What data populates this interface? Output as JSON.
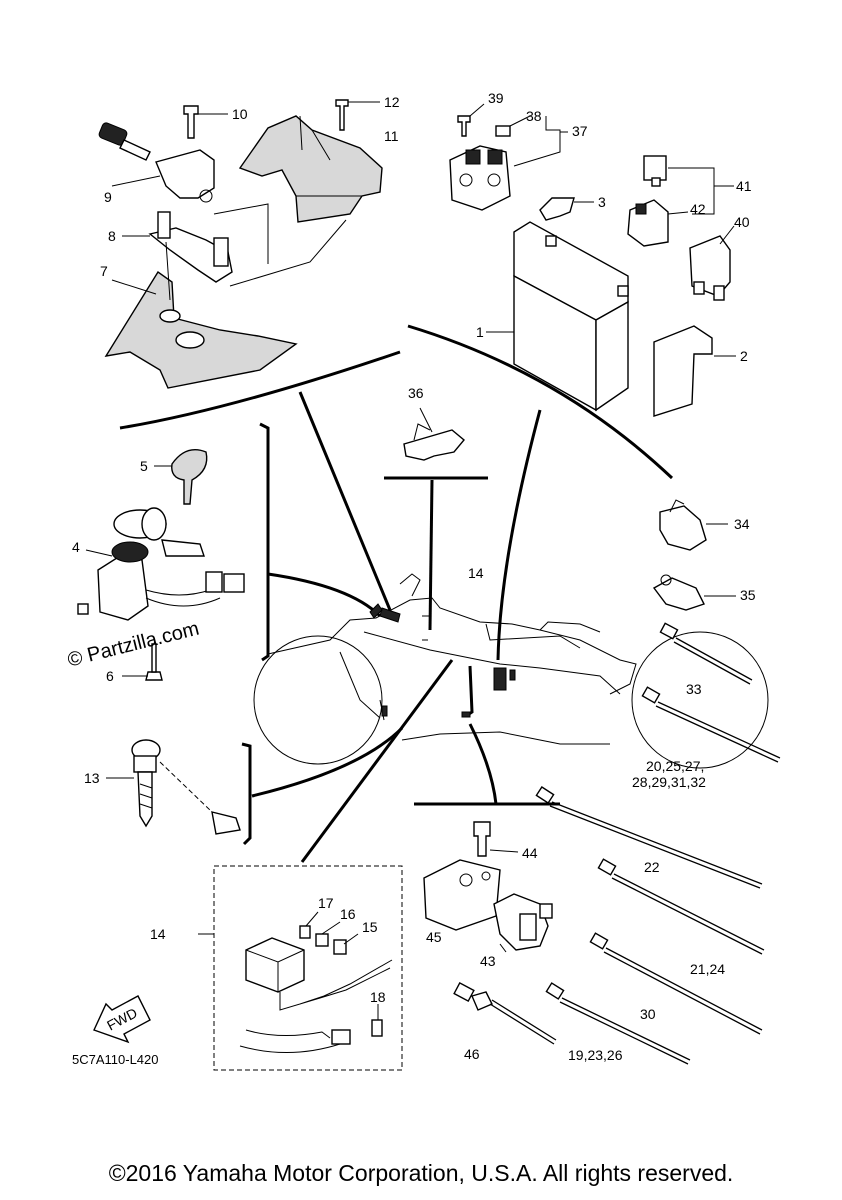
{
  "diagram": {
    "code": "5C7A110-L420",
    "watermark": "© Partzilla.com",
    "fwd": "FWD",
    "copyright": "©2016 Yamaha Motor Corporation, U.S.A. All rights reserved.",
    "labels": {
      "l1": "1",
      "l2": "2",
      "l3": "3",
      "l4": "4",
      "l5": "5",
      "l6": "6",
      "l7": "7",
      "l8": "8",
      "l9": "9",
      "l10": "10",
      "l11": "11",
      "l12": "12",
      "l13": "13",
      "l14a": "14",
      "l14b": "14",
      "l15": "15",
      "l16": "16",
      "l17": "17",
      "l18": "18",
      "l19": "19,23,26",
      "l20a": "20,25,27,",
      "l20b": "28,29,31,32",
      "l21": "21,24",
      "l22": "22",
      "l30": "30",
      "l33": "33",
      "l34": "34",
      "l35": "35",
      "l36": "36",
      "l37": "37",
      "l38": "38",
      "l39": "39",
      "l40": "40",
      "l41": "41",
      "l42": "42",
      "l43": "43",
      "l44": "44",
      "l45": "45",
      "l46": "46"
    }
  }
}
